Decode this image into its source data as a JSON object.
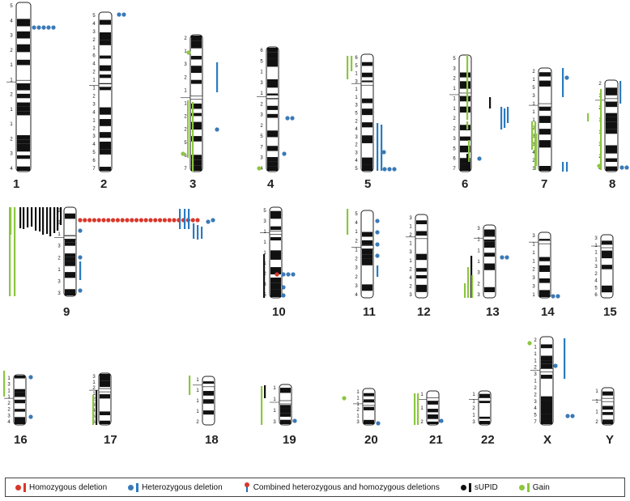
{
  "colors": {
    "homozygous": "#d9372b",
    "heterozygous": "#2b7bbf",
    "heterozygous_dot": "#3a79b7",
    "supid": "#111111",
    "gain": "#8cc63f",
    "gain_dot": "#8cc63f"
  },
  "legend": {
    "homozygous": "Homozygous deletion",
    "heterozygous": "Heterozygous deletion",
    "combined": "Combined heterozygous and homozygous deletions",
    "supid": "sUPID",
    "gain": "Gain"
  },
  "chromosomes": [
    {
      "id": "1",
      "label": "1",
      "bands": [
        "5",
        "4",
        "3",
        "2",
        "1",
        "1",
        "2",
        "1",
        "1",
        "2",
        "3",
        "4"
      ]
    },
    {
      "id": "2",
      "label": "2",
      "bands": [
        "5",
        "4",
        "3",
        "2",
        "1",
        "6",
        "4",
        "2",
        "1",
        "1",
        "2",
        "3",
        "4",
        "1",
        "2",
        "3",
        "4",
        "5",
        "6",
        "7"
      ]
    },
    {
      "id": "3",
      "label": "3",
      "bands": [
        "2",
        "1",
        "3",
        "2",
        "1",
        "1",
        "2",
        "2",
        "5",
        "6",
        "7"
      ]
    },
    {
      "id": "4",
      "label": "4",
      "bands": [
        "6",
        "5",
        "1",
        "3",
        "1",
        "2",
        "3",
        "2",
        "5",
        "7",
        "3",
        "4"
      ]
    },
    {
      "id": "5",
      "label": "5",
      "bands": [
        "6",
        "5",
        "1",
        "3",
        "1",
        "1",
        "3",
        "5",
        "2",
        "4",
        "3",
        "2",
        "3",
        "4",
        "5"
      ]
    },
    {
      "id": "6",
      "label": "6",
      "bands": [
        "5",
        "3",
        "2",
        "1",
        "1",
        "1",
        "2",
        "2",
        "3",
        "5",
        "6",
        "7"
      ]
    },
    {
      "id": "7",
      "label": "7",
      "bands": [
        "2",
        "1",
        "5",
        "3",
        "1",
        "1",
        "1",
        "2",
        "3",
        "3",
        "4",
        "2",
        "3"
      ]
    },
    {
      "id": "8",
      "label": "8",
      "bands": [
        "2",
        "1",
        "2",
        "1",
        "1",
        "3",
        "2",
        "4"
      ]
    },
    {
      "id": "9",
      "label": "9",
      "bands": [
        "2",
        "1",
        "1",
        "3",
        "2",
        "1",
        "3",
        "3"
      ]
    },
    {
      "id": "10",
      "label": "10",
      "bands": [
        "5",
        "3",
        "1",
        "1",
        "1",
        "1",
        "2",
        "3",
        "5"
      ]
    },
    {
      "id": "11",
      "label": "11",
      "bands": [
        "5",
        "4",
        "1",
        "2",
        "1",
        "2",
        "3",
        "2",
        "3",
        "4"
      ]
    },
    {
      "id": "12",
      "label": "12",
      "bands": [
        "3",
        "1",
        "2",
        "1",
        "3",
        "1",
        "2",
        "4",
        "2",
        "3"
      ]
    },
    {
      "id": "13",
      "label": "13",
      "bands": [
        "3",
        "1",
        "1",
        "1",
        "3",
        "2",
        "3"
      ]
    },
    {
      "id": "14",
      "label": "14",
      "bands": [
        "3",
        "1",
        "1",
        "1",
        "2",
        "3",
        "3",
        "1"
      ]
    },
    {
      "id": "15",
      "label": "15",
      "bands": [
        "3",
        "1",
        "1",
        "1",
        "3",
        "2",
        "4",
        "5",
        "6"
      ]
    },
    {
      "id": "16",
      "label": "16",
      "bands": [
        "1",
        "3",
        "1",
        "1",
        "2",
        "2",
        "3",
        "4"
      ]
    },
    {
      "id": "17",
      "label": "17",
      "bands": [
        "3",
        "1",
        "2",
        "1",
        "2",
        "3",
        "4",
        "5",
        "6"
      ]
    },
    {
      "id": "18",
      "label": "18",
      "bands": [
        "1",
        "1",
        "1",
        "1",
        "2"
      ]
    },
    {
      "id": "19",
      "label": "19",
      "bands": [
        "1",
        "1",
        "1",
        "3"
      ]
    },
    {
      "id": "20",
      "label": "20",
      "bands": [
        "1",
        "1",
        "1",
        "2",
        "1",
        "3"
      ]
    },
    {
      "id": "21",
      "label": "21",
      "bands": [
        "1",
        "1",
        "2"
      ]
    },
    {
      "id": "22",
      "label": "22",
      "bands": [
        "1",
        "1",
        "2",
        "1",
        "3"
      ]
    },
    {
      "id": "X",
      "label": "X",
      "bands": [
        "2",
        "1",
        "1",
        "1",
        "2",
        "3",
        "1",
        "2",
        "2",
        "3",
        "4",
        "5",
        "7"
      ]
    },
    {
      "id": "Y",
      "label": "Y",
      "bands": [
        "1",
        "1",
        "1",
        "2"
      ]
    }
  ]
}
